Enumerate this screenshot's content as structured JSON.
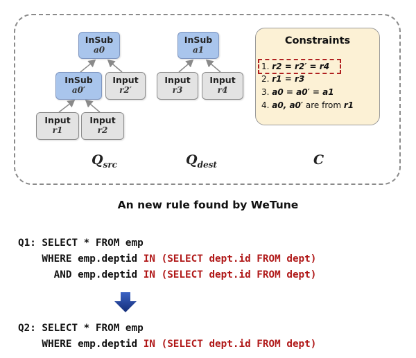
{
  "tree_src": {
    "root": {
      "op": "InSub",
      "arg": "a0"
    },
    "inner": {
      "op": "InSub",
      "arg": "a0′"
    },
    "input_r2p": {
      "op": "Input",
      "arg": "r2′"
    },
    "input_r1": {
      "op": "Input",
      "arg": "r1"
    },
    "input_r2": {
      "op": "Input",
      "arg": "r2"
    }
  },
  "tree_dest": {
    "root": {
      "op": "InSub",
      "arg": "a1"
    },
    "input_r3": {
      "op": "Input",
      "arg": "r3"
    },
    "input_r4": {
      "op": "Input",
      "arg": "r4"
    }
  },
  "labels": {
    "q_src_main": "Q",
    "q_src_sub": "src",
    "q_dest_main": "Q",
    "q_dest_sub": "dest",
    "c": "C"
  },
  "constraints": {
    "title": "Constraints",
    "items": [
      {
        "num": "1. ",
        "text": "r2 = r2′ = r4"
      },
      {
        "num": "2. ",
        "text": "r1 = r3"
      },
      {
        "num": "3. ",
        "text": "a0 = a0′ = a1"
      },
      {
        "num": "4. ",
        "bold": "a0, a0′",
        "mid": " are from ",
        "bold2": "r1"
      }
    ]
  },
  "caption": "An new rule found by WeTune",
  "queries": {
    "q1_line1": "Q1: SELECT * FROM emp",
    "q1_line2_a": "    WHERE emp.deptid ",
    "q1_line2_b": "IN (SELECT dept.id FROM dept)",
    "q1_line3_a": "      AND emp.deptid ",
    "q1_line3_b": "IN (SELECT dept.id FROM dept)",
    "q2_line1": "Q2: SELECT * FROM emp",
    "q2_line2_a": "    WHERE emp.deptid ",
    "q2_line2_b": "IN (SELECT dept.id FROM dept)"
  },
  "colors": {
    "operator_node": "#a9c5ec",
    "input_node": "#e3e3e3",
    "constraints_bg": "#fcf1d5",
    "sql_keyword_red": "#b01818",
    "arrow": "#1f3f8f"
  }
}
